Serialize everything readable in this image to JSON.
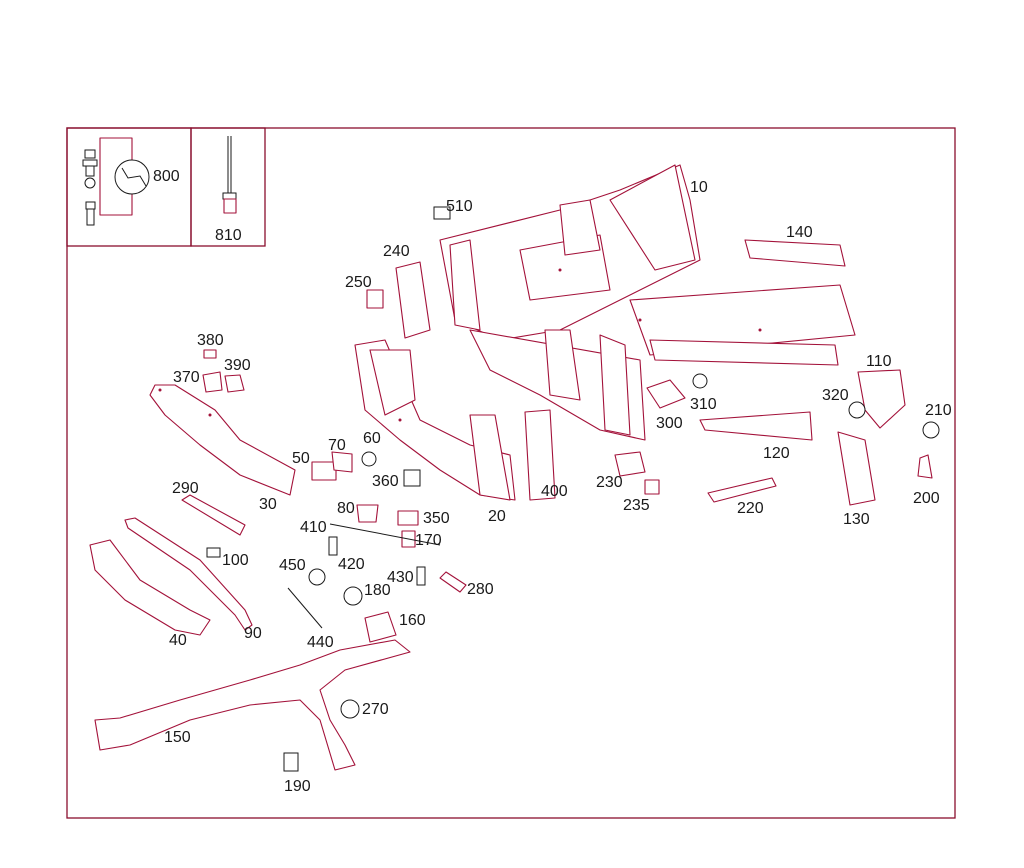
{
  "colors": {
    "frame": "#8a0f2e",
    "part_stroke": "#a3123a",
    "text": "#1a1a1a",
    "background": "#ffffff"
  },
  "inset_labels": {
    "tools": "800",
    "rivet": "810"
  },
  "part_labels": {
    "p10": "10",
    "p20": "20",
    "p30": "30",
    "p40": "40",
    "p50": "50",
    "p60": "60",
    "p70": "70",
    "p80": "80",
    "p90": "90",
    "p100": "100",
    "p110": "110",
    "p120": "120",
    "p130": "130",
    "p140": "140",
    "p150": "150",
    "p160": "160",
    "p170": "170",
    "p180": "180",
    "p190": "190",
    "p200": "200",
    "p210": "210",
    "p220": "220",
    "p230": "230",
    "p235": "235",
    "p240": "240",
    "p250": "250",
    "p270": "270",
    "p280": "280",
    "p290": "290",
    "p300": "300",
    "p310": "310",
    "p320": "320",
    "p350": "350",
    "p360": "360",
    "p370": "370",
    "p380": "380",
    "p390": "390",
    "p400": "400",
    "p410": "410",
    "p420": "420",
    "p430": "430",
    "p440": "440",
    "p450": "450",
    "p510": "510"
  }
}
